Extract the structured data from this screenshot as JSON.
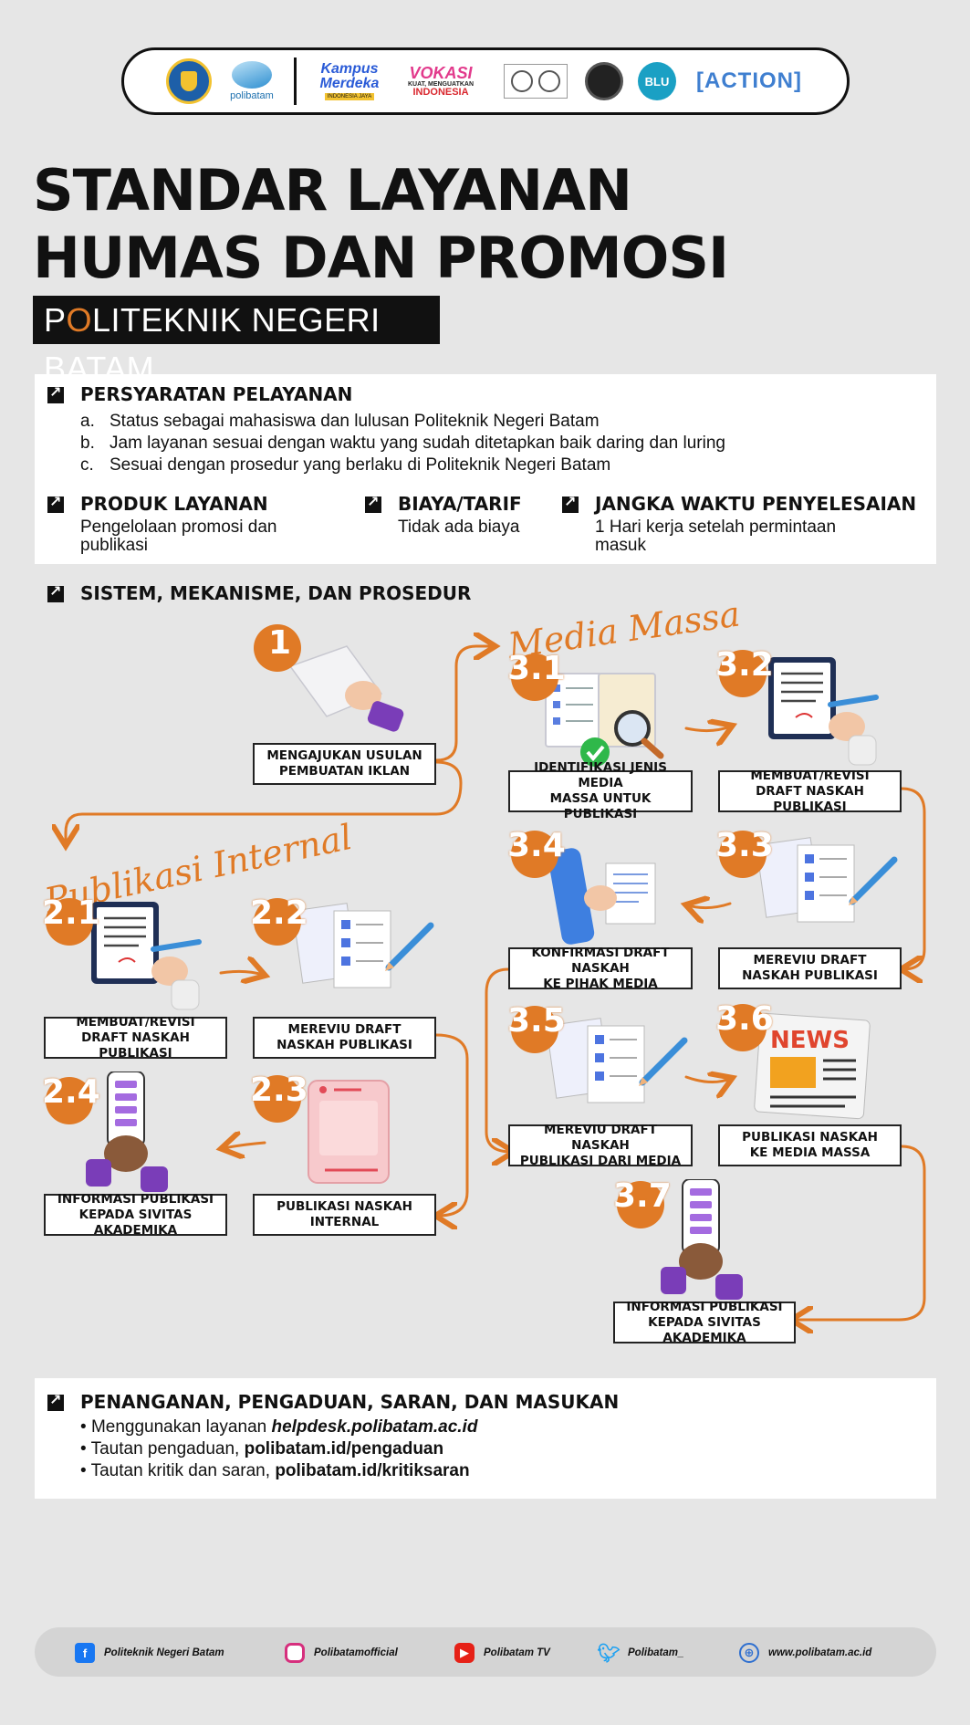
{
  "logos": {
    "polibatam_text": "polibatam",
    "kampus_l1": "Kampus",
    "kampus_l2": "Merdeka",
    "kampus_l3": "INDONESIA JAYA",
    "vokasi_l1": "VOKASI",
    "vokasi_l2": "KUAT, MENGUATKAN",
    "vokasi_l3": "INDONESIA",
    "blu": "BLU",
    "action": "[ACTION]"
  },
  "title": {
    "line1": "STANDAR LAYANAN",
    "line2": "HUMAS DAN PROMOSI",
    "subtitle_p": "P",
    "subtitle_o": "O",
    "subtitle_rest": "LITEKNIK NEGERI BATAM"
  },
  "persyaratan": {
    "heading": "PERSYARATAN PELAYANAN",
    "items": [
      {
        "letter": "a.",
        "text": "Status sebagai mahasiswa dan lulusan Politeknik Negeri Batam"
      },
      {
        "letter": "b.",
        "text": "Jam layanan sesuai dengan waktu yang sudah ditetapkan baik daring dan luring"
      },
      {
        "letter": "c.",
        "text": "Sesuai dengan prosedur yang berlaku di Politeknik Negeri Batam"
      }
    ]
  },
  "produk": {
    "heading": "PRODUK LAYANAN",
    "l1": "Pengelolaan promosi dan",
    "l2": "publikasi"
  },
  "biaya": {
    "heading": "BIAYA/TARIF",
    "text": "Tidak ada biaya"
  },
  "jangka": {
    "heading": "JANGKA WAKTU PENYELESAIAN",
    "l1": "1 Hari kerja setelah permintaan",
    "l2": "masuk"
  },
  "sistem": {
    "heading": "SISTEM, MEKANISME, DAN PROSEDUR"
  },
  "flow": {
    "media_massa": "Media Massa",
    "publikasi_internal": "Publikasi Internal",
    "steps": {
      "s1": {
        "num": "1",
        "l1": "MENGAJUKAN USULAN",
        "l2": "PEMBUATAN IKLAN"
      },
      "s21": {
        "num": "2.1",
        "l1": "MEMBUAT/REVISI",
        "l2": "DRAFT NASKAH PUBLIKASI"
      },
      "s22": {
        "num": "2.2",
        "l1": "MEREVIU DRAFT",
        "l2": "NASKAH PUBLIKASI"
      },
      "s23": {
        "num": "2.3",
        "l1": "PUBLIKASI NASKAH",
        "l2": "INTERNAL"
      },
      "s24": {
        "num": "2.4",
        "l1": "INFORMASI PUBLIKASI",
        "l2": "KEPADA SIVITAS AKADEMIKA"
      },
      "s31": {
        "num": "3.1",
        "l1": "IDENTIFIKASI JENIS MEDIA",
        "l2": "MASSA UNTUK PUBLIKASI"
      },
      "s32": {
        "num": "3.2",
        "l1": "MEMBUAT/REVISI",
        "l2": "DRAFT NASKAH PUBLIKASI"
      },
      "s33": {
        "num": "3.3",
        "l1": "MEREVIU DRAFT",
        "l2": "NASKAH PUBLIKASI"
      },
      "s34": {
        "num": "3.4",
        "l1": "KONFIRMASI DRAFT NASKAH",
        "l2": "KE PIHAK MEDIA"
      },
      "s35": {
        "num": "3.5",
        "l1": "MEREVIU DRAFT NASKAH",
        "l2": "PUBLIKASI DARI MEDIA"
      },
      "s36": {
        "num": "3.6",
        "l1": "PUBLIKASI NASKAH",
        "l2": "KE MEDIA MASSA"
      },
      "s37": {
        "num": "3.7",
        "l1": "INFORMASI PUBLIKASI",
        "l2": "KEPADA SIVITAS AKADEMIKA"
      }
    },
    "news_label": "NEWS"
  },
  "penanganan": {
    "heading": "PENANGANAN, PENGADUAN, SARAN, DAN MASUKAN",
    "b1_text": "Menggunakan layanan ",
    "b1_bold": "helpdesk.polibatam.ac.id",
    "b2_text": "Tautan pengaduan, ",
    "b2_bold": "polibatam.id/pengaduan",
    "b3_text": "Tautan kritik dan saran, ",
    "b3_bold": "polibatam.id/kritiksaran"
  },
  "footer": {
    "facebook": "Politeknik Negeri Batam",
    "instagram": "Polibatamofficial",
    "youtube": "Polibatam TV",
    "twitter": "Polibatam_",
    "website": "www.polibatam.ac.id"
  },
  "colors": {
    "accent": "#e07a26",
    "dark": "#111111",
    "panel": "#ffffff",
    "background": "#e6e6e6"
  }
}
